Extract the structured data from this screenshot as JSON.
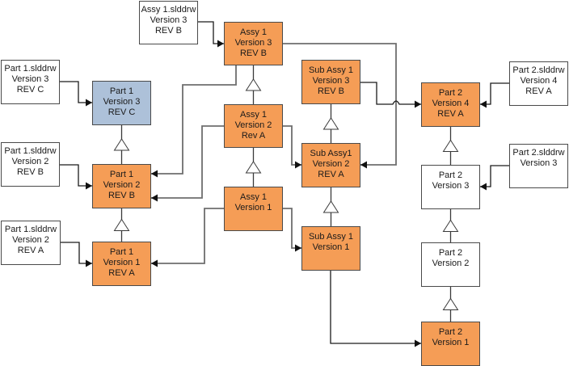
{
  "diagram": {
    "colors": {
      "released": "#f59d56",
      "current": "#adc1d9",
      "unreleased": "#ffffff",
      "line": "#6e6e6e",
      "reference_line": "#1a1a1a"
    },
    "nodes": [
      {
        "id": "assy1-drw-v3",
        "type": "drawing",
        "style": "white",
        "lines": [
          "Assy 1.slddrw",
          "Version 3",
          "REV B"
        ]
      },
      {
        "id": "assy1-v3",
        "type": "assembly",
        "style": "orange",
        "lines": [
          "Assy 1",
          "Version 3",
          "REV B"
        ]
      },
      {
        "id": "part1-drw-v3",
        "type": "drawing",
        "style": "white",
        "lines": [
          "Part 1.slddrw",
          "Version 3",
          "REV C"
        ]
      },
      {
        "id": "part1-v3",
        "type": "part",
        "style": "blue",
        "lines": [
          "Part 1",
          "Version 3",
          "REV C"
        ]
      },
      {
        "id": "assy1-v2",
        "type": "assembly",
        "style": "orange",
        "lines": [
          "Assy 1",
          "Version 2",
          "Rev A"
        ]
      },
      {
        "id": "subassy1-v3",
        "type": "assembly",
        "style": "orange",
        "lines": [
          "Sub Assy 1",
          "Version 3",
          "REV B"
        ]
      },
      {
        "id": "part2-v4",
        "type": "part",
        "style": "orange",
        "lines": [
          "Part 2",
          "Version 4",
          "REV A"
        ]
      },
      {
        "id": "part2-drw-v4",
        "type": "drawing",
        "style": "white",
        "lines": [
          "Part 2.slddrw",
          "Version 4",
          "REV A"
        ]
      },
      {
        "id": "part1-drw-v2b",
        "type": "drawing",
        "style": "white",
        "lines": [
          "Part 1.slddrw",
          "Version 2",
          "REV B"
        ]
      },
      {
        "id": "part1-v2",
        "type": "part",
        "style": "orange",
        "lines": [
          "Part 1",
          "Version 2",
          "REV B"
        ]
      },
      {
        "id": "subassy1-v2",
        "type": "assembly",
        "style": "orange",
        "lines": [
          "Sub Assy1",
          "Version 2",
          "REV A"
        ]
      },
      {
        "id": "part2-drw-v3",
        "type": "drawing",
        "style": "white",
        "lines": [
          "Part 2.slddrw",
          "Version 3"
        ]
      },
      {
        "id": "part2-v3",
        "type": "part",
        "style": "white",
        "lines": [
          "Part 2",
          "Version 3"
        ]
      },
      {
        "id": "assy1-v1",
        "type": "assembly",
        "style": "orange",
        "lines": [
          "Assy 1",
          "Version 1"
        ]
      },
      {
        "id": "part1-drw-v2a",
        "type": "drawing",
        "style": "white",
        "lines": [
          "Part 1.slddrw",
          "Version 2",
          "REV A"
        ]
      },
      {
        "id": "part1-v1",
        "type": "part",
        "style": "orange",
        "lines": [
          "Part 1",
          "Version 1",
          "REV A"
        ]
      },
      {
        "id": "subassy1-v1",
        "type": "assembly",
        "style": "orange",
        "lines": [
          "Sub Assy 1",
          "Version 1"
        ]
      },
      {
        "id": "part2-v2",
        "type": "part",
        "style": "white",
        "lines": [
          "Part 2",
          "Version 2"
        ]
      },
      {
        "id": "part2-v1",
        "type": "part",
        "style": "orange",
        "lines": [
          "Part 2",
          "Version 1"
        ]
      }
    ],
    "version_links": [
      {
        "from": "part1-v2",
        "to": "part1-v3"
      },
      {
        "from": "part1-v1",
        "to": "part1-v2"
      },
      {
        "from": "assy1-v2",
        "to": "assy1-v3"
      },
      {
        "from": "assy1-v1",
        "to": "assy1-v2"
      },
      {
        "from": "subassy1-v2",
        "to": "subassy1-v3"
      },
      {
        "from": "subassy1-v1",
        "to": "subassy1-v2"
      },
      {
        "from": "part2-v3",
        "to": "part2-v4"
      },
      {
        "from": "part2-v2",
        "to": "part2-v3"
      },
      {
        "from": "part2-v1",
        "to": "part2-v2"
      }
    ],
    "reference_links": [
      {
        "from": "assy1-drw-v3",
        "to": "assy1-v3"
      },
      {
        "from": "part1-drw-v3",
        "to": "part1-v3"
      },
      {
        "from": "part1-drw-v2b",
        "to": "part1-v2"
      },
      {
        "from": "part1-drw-v2a",
        "to": "part1-v1"
      },
      {
        "from": "part2-drw-v4",
        "to": "part2-v4"
      },
      {
        "from": "part2-drw-v3",
        "to": "part2-v3"
      },
      {
        "from": "assy1-v3",
        "to": "part1-v2"
      },
      {
        "from": "assy1-v3",
        "to": "subassy1-v2"
      },
      {
        "from": "assy1-v2",
        "to": "part1-v2"
      },
      {
        "from": "assy1-v2",
        "to": "subassy1-v2"
      },
      {
        "from": "assy1-v1",
        "to": "part1-v1"
      },
      {
        "from": "assy1-v1",
        "to": "subassy1-v1"
      },
      {
        "from": "subassy1-v3",
        "to": "part2-v4"
      },
      {
        "from": "subassy1-v1",
        "to": "part2-v1"
      }
    ]
  }
}
